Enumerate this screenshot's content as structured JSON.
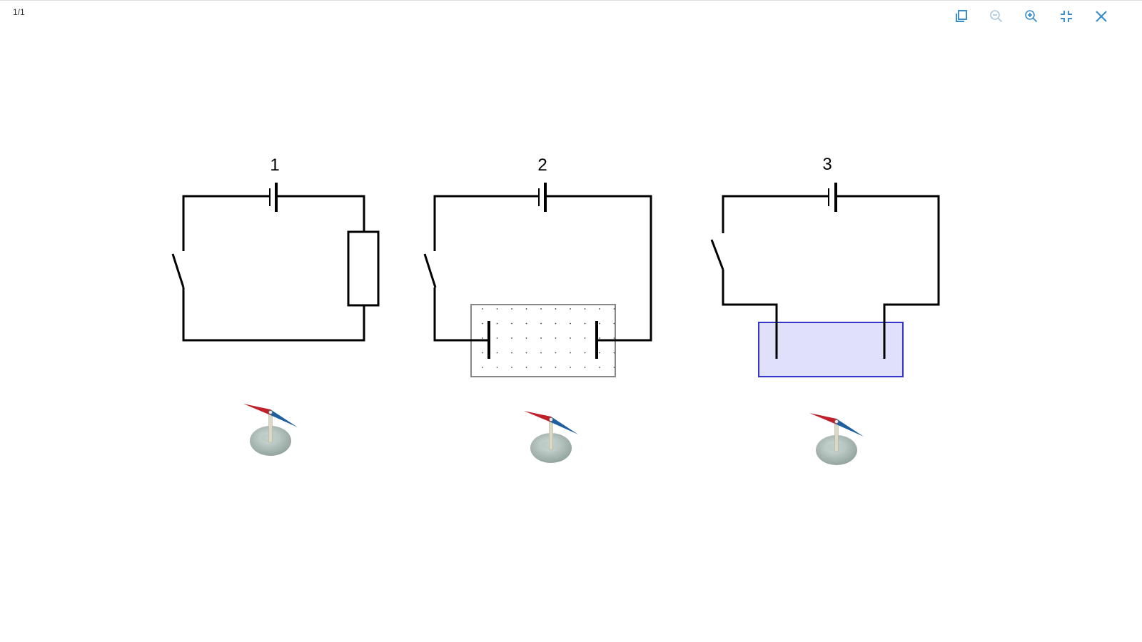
{
  "viewer": {
    "page_counter": "1/1",
    "toolbar": [
      {
        "name": "copy-pages-icon"
      },
      {
        "name": "zoom-out-icon"
      },
      {
        "name": "zoom-in-icon"
      },
      {
        "name": "exit-fullscreen-icon"
      },
      {
        "name": "close-icon"
      }
    ],
    "accent": "#3a8fc8"
  },
  "diagram": {
    "labels": [
      "1",
      "2",
      "3"
    ],
    "colors": {
      "wire": "#000000",
      "liquid_fill": "#e0e0fa",
      "liquid_stroke": "#3535cc",
      "needle_north": "#c0202a",
      "needle_south": "#1f5fa0"
    }
  }
}
